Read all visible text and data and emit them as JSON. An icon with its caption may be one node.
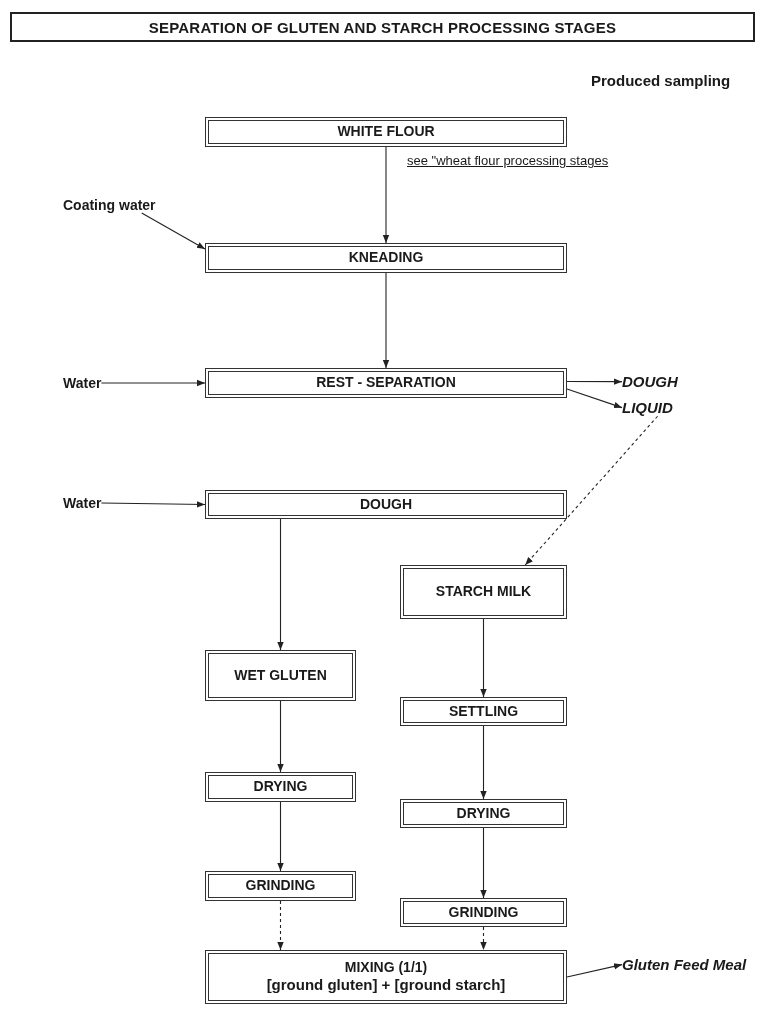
{
  "diagram": {
    "title": "SEPARATION OF GLUTEN AND STARCH PROCESSING STAGES",
    "nodes": [
      {
        "text": [
          "WHITE FLOUR"
        ]
      },
      {
        "text": [
          "Coating water"
        ]
      },
      {
        "text": [
          "KNEADING"
        ]
      },
      {
        "text": [
          "Water"
        ]
      },
      {
        "text": [
          "REST - SEPARATION"
        ]
      },
      {
        "text": [
          "DOUGH"
        ]
      },
      {
        "text": [
          "LIQUID"
        ]
      },
      {
        "text": [
          "Water"
        ]
      },
      {
        "text": [
          "DOUGH"
        ]
      },
      {
        "text": [
          "STARCH MILK"
        ]
      },
      {
        "text": [
          "WET GLUTEN"
        ]
      },
      {
        "text": [
          "SETTLING"
        ]
      },
      {
        "text": [
          "DRYING"
        ]
      },
      {
        "text": [
          "DRYING"
        ]
      },
      {
        "text": [
          "GRINDING"
        ]
      },
      {
        "text": [
          "GRINDING"
        ]
      },
      {
        "text": [
          "MIXING (1/1)",
          "[ground gluten] + [ground starch]"
        ]
      },
      {
        "text": [
          "Gluten Feed Meal"
        ]
      }
    ],
    "edges": [
      {
        "from": 0,
        "to": 2,
        "arrow": "to"
      },
      {
        "from": 1,
        "to": 2,
        "arrow": "to"
      },
      {
        "from": 2,
        "to": 4,
        "arrow": "to"
      },
      {
        "from": 3,
        "to": 4,
        "arrow": "to"
      },
      {
        "from": 4,
        "to": 5,
        "arrow": "to"
      },
      {
        "from": 4,
        "to": 6,
        "arrow": "to"
      },
      {
        "from": 6,
        "to": 9,
        "arrow": "to",
        "style": "dashed"
      },
      {
        "from": 7,
        "to": 8,
        "arrow": "to"
      },
      {
        "from": 8,
        "to": 10,
        "arrow": "to"
      },
      {
        "from": 9,
        "to": 11,
        "arrow": "to"
      },
      {
        "from": 10,
        "to": 12,
        "arrow": "to"
      },
      {
        "from": 11,
        "to": 13,
        "arrow": "to"
      },
      {
        "from": 12,
        "to": 14,
        "arrow": "to"
      },
      {
        "from": 13,
        "to": 15,
        "arrow": "to"
      },
      {
        "from": 14,
        "to": 16,
        "arrow": "to",
        "style": "dashed"
      },
      {
        "from": 15,
        "to": 16,
        "arrow": "to",
        "style": "dashed"
      },
      {
        "from": 16,
        "to": 17,
        "arrow": "to"
      }
    ],
    "labels": [
      "Produced sampling",
      "see \"wheat flour processing stages"
    ]
  }
}
